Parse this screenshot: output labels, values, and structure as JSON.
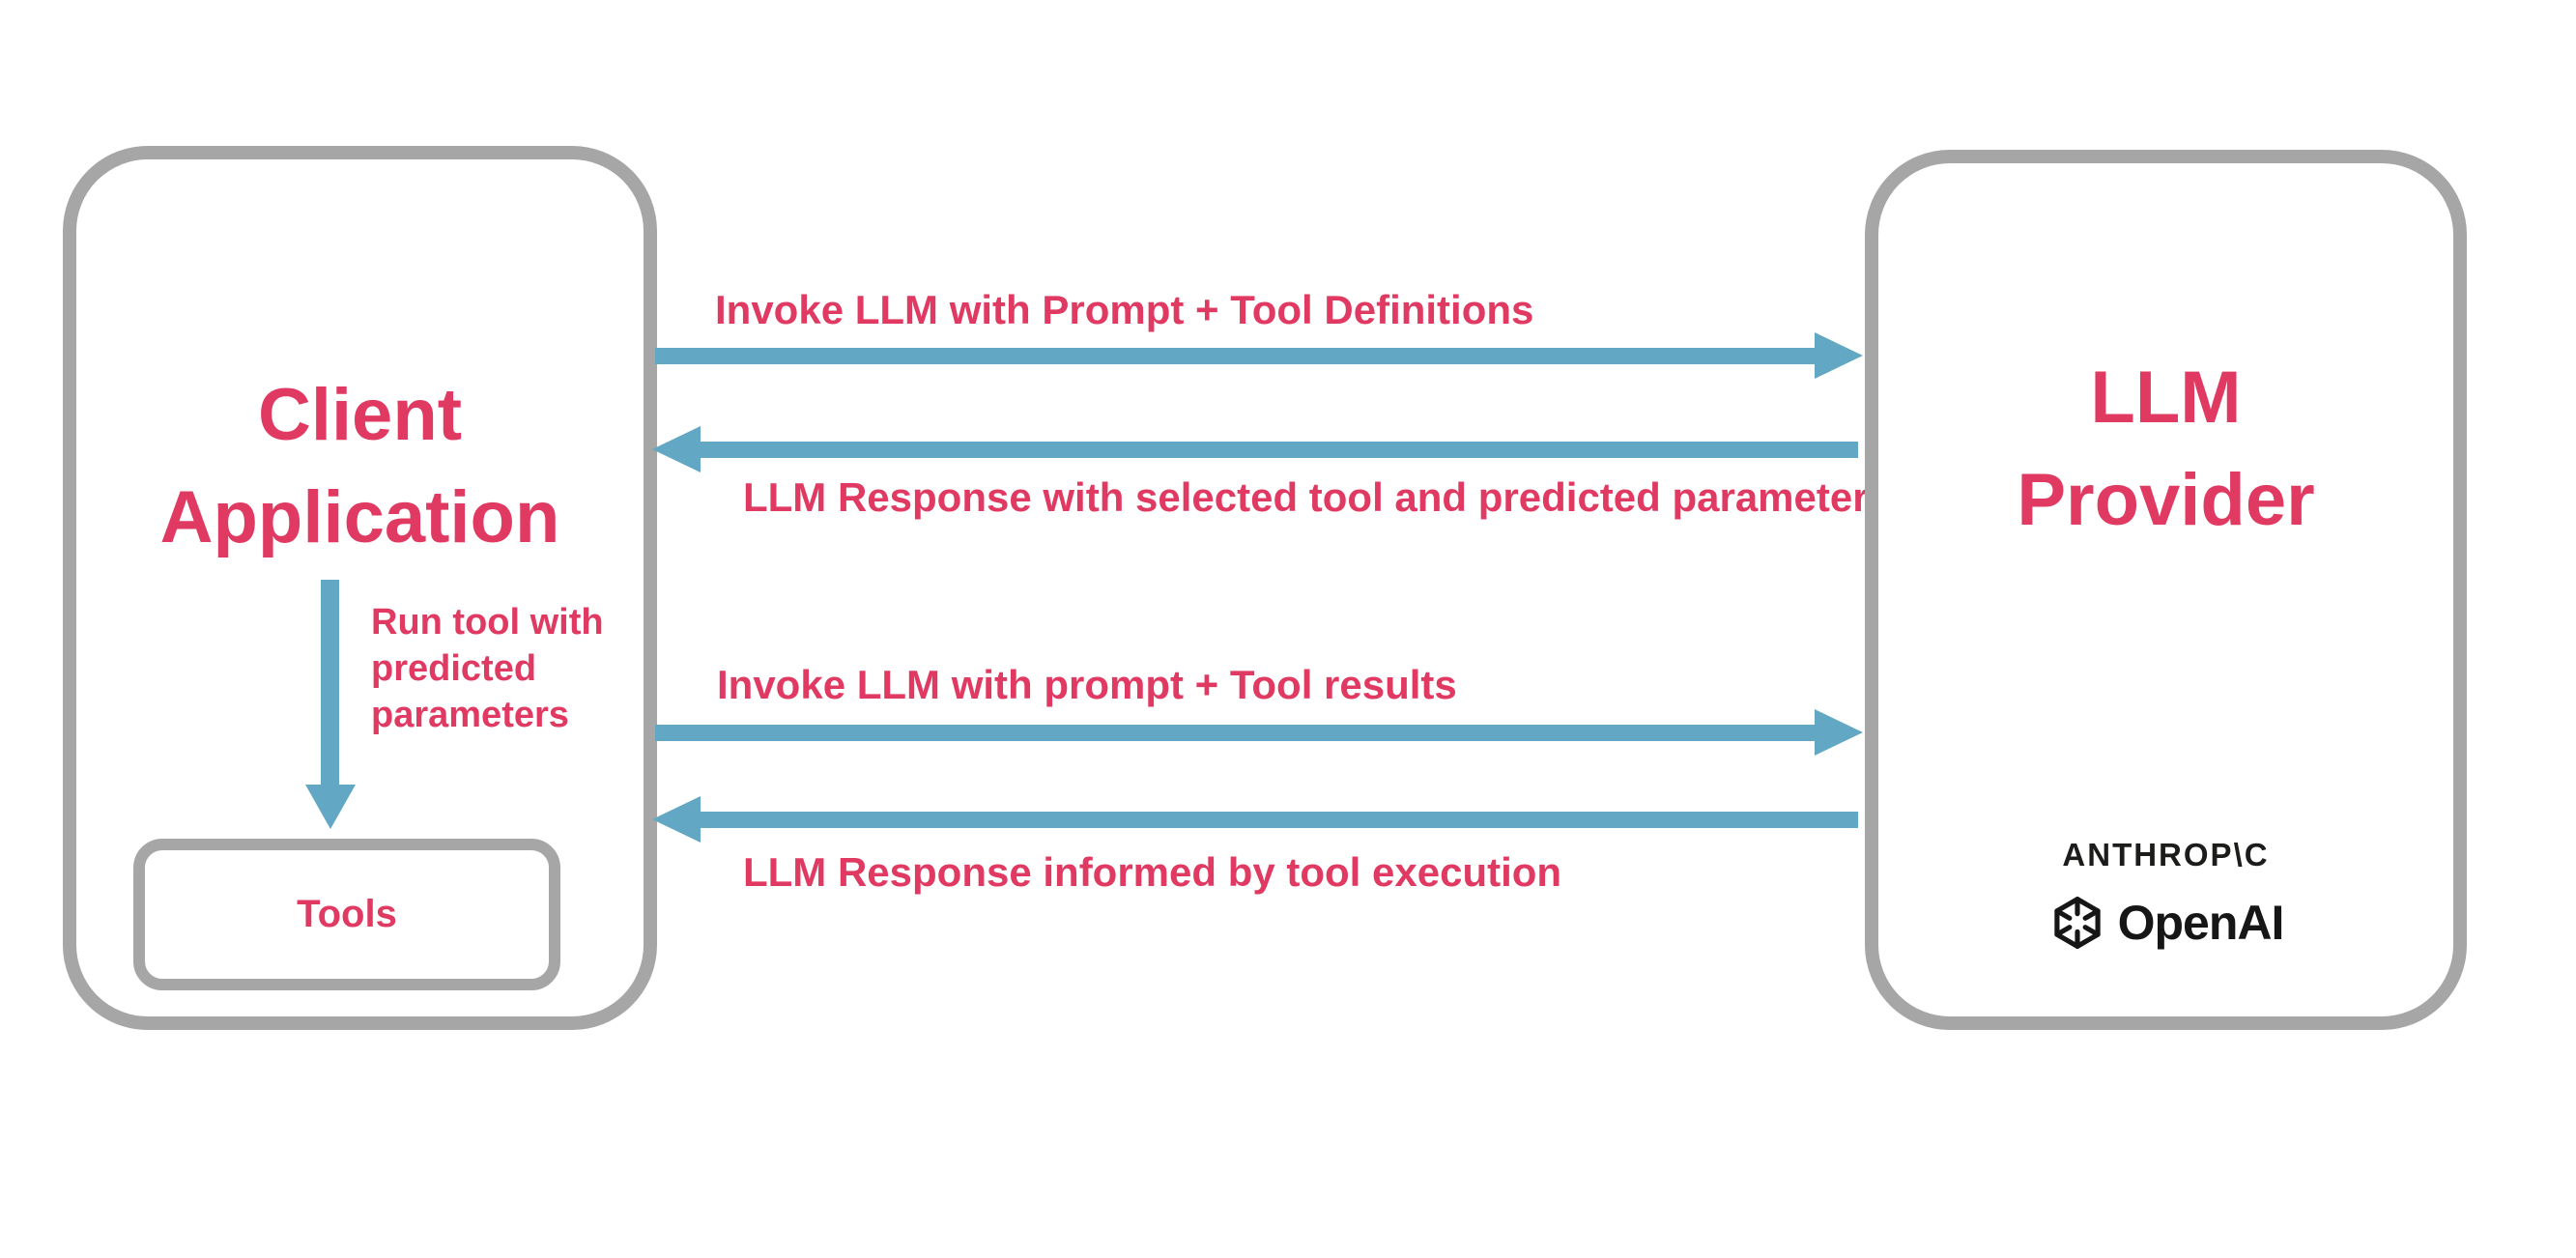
{
  "diagram": {
    "client_box": {
      "title_line1": "Client",
      "title_line2": "Application"
    },
    "run_tool_label": "Run tool with\npredicted\nparameters",
    "tools_box": {
      "label": "Tools"
    },
    "provider_box": {
      "title_line1": "LLM",
      "title_line2": "Provider"
    },
    "logos": {
      "anthropic_wordmark": "ANTHROP\\C",
      "openai_wordmark": "OpenAI",
      "openai_icon": "openai-flower-icon"
    },
    "arrows": [
      {
        "label": "Invoke LLM with Prompt + Tool Definitions",
        "direction": "right"
      },
      {
        "label": "LLM Response with selected tool and predicted parameters",
        "direction": "left"
      },
      {
        "label": "Invoke LLM with prompt + Tool results",
        "direction": "right"
      },
      {
        "label": "LLM Response informed by tool execution",
        "direction": "left"
      }
    ],
    "colors": {
      "accent_pink": "#E03A63",
      "arrow_teal": "#62A7C3",
      "border_gray": "#A6A6A6",
      "logo_black": "#1C1C1A"
    }
  }
}
